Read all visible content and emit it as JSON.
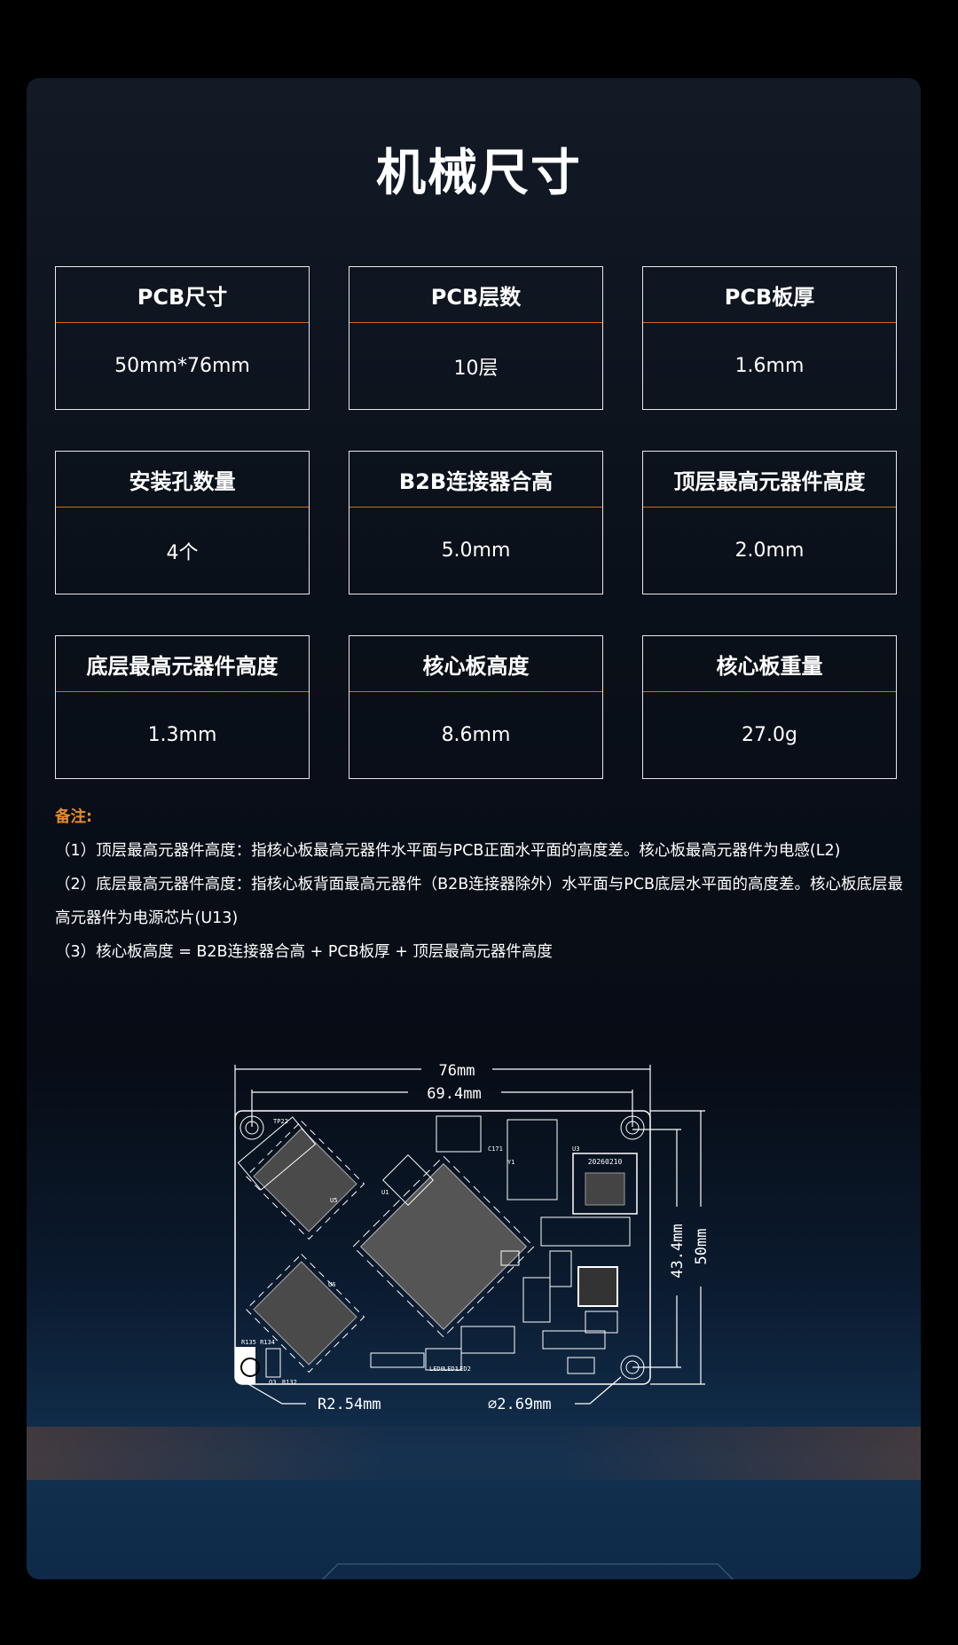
{
  "title": "机械尺寸",
  "specs": [
    {
      "label": "PCB尺寸",
      "value": "50mm*76mm"
    },
    {
      "label": "PCB层数",
      "value": "10层"
    },
    {
      "label": "PCB板厚",
      "value": "1.6mm"
    },
    {
      "label": "安装孔数量",
      "value": "4个"
    },
    {
      "label": "B2B连接器合高",
      "value": "5.0mm"
    },
    {
      "label": "顶层最高元器件高度",
      "value": "2.0mm"
    },
    {
      "label": "底层最高元器件高度",
      "value": "1.3mm"
    },
    {
      "label": "核心板高度",
      "value": "8.6mm"
    },
    {
      "label": "核心板重量",
      "value": "27.0g"
    }
  ],
  "notes": {
    "label": "备注:",
    "items": [
      "（1）顶层最高元器件高度：指核心板最高元器件水平面与PCB正面水平面的高度差。核心板最高元器件为电感(L2)",
      "（2）底层最高元器件高度：指核心板背面最高元器件（B2B连接器除外）水平面与PCB底层水平面的高度差。核心板底层最高元器件为电源芯片(U13)",
      "（3）核心板高度 = B2B连接器合高 + PCB板厚 + 顶层最高元器件高度"
    ]
  },
  "diagram": {
    "width_label": "76mm",
    "hole_span_label": "69.4mm",
    "hole_vspan_label": "43.4mm",
    "height_label": "50mm",
    "corner_radius_label": "R2.54mm",
    "hole_diameter_label": "∅2.69mm",
    "chip_label": "20260210",
    "refs": [
      "U1",
      "U3",
      "U5",
      "U6",
      "TP22",
      "R135 R134",
      "Q3",
      "R132",
      "LED0",
      "LED1",
      "LED2",
      "Y1",
      "C171"
    ]
  }
}
